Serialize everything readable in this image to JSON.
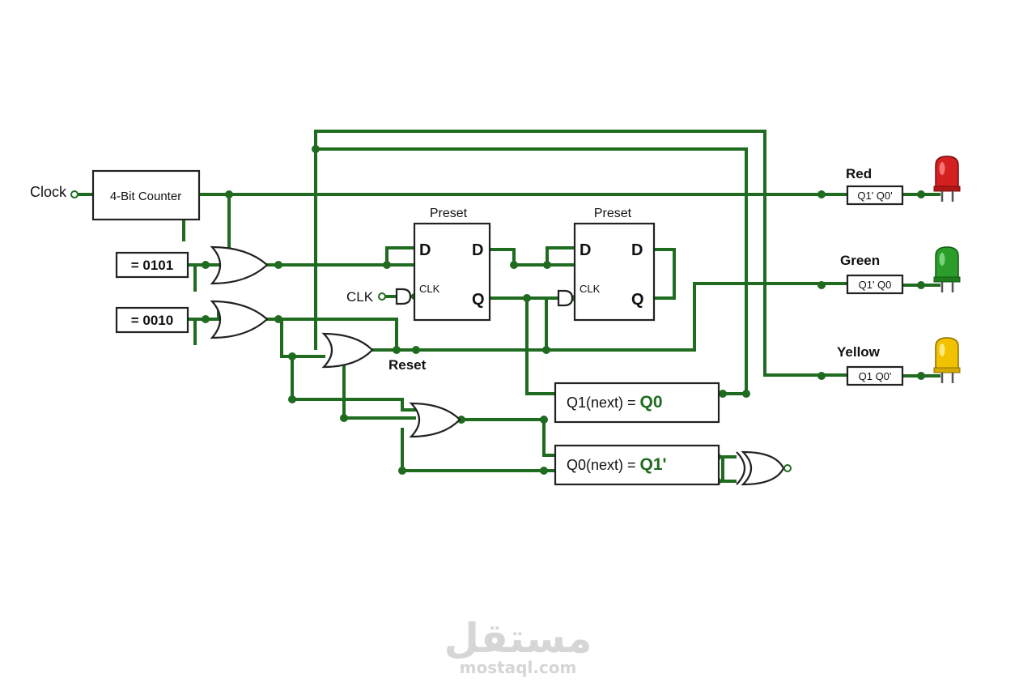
{
  "inputs": {
    "clock": "Clock",
    "clk": "CLK"
  },
  "counter": {
    "label": "4-Bit Counter"
  },
  "comparators": {
    "c1": "= 0101",
    "c2": "= 0010"
  },
  "flipflops": [
    {
      "preset": "Preset",
      "d": "D",
      "dout": "D",
      "q": "Q",
      "clk": "CLK"
    },
    {
      "preset": "Preset",
      "d": "D",
      "dout": "D",
      "q": "Q",
      "clk": "CLK"
    }
  ],
  "reset_label": "Reset",
  "equations": [
    {
      "lhs": "Q1(next) = ",
      "rhs": "Q0"
    },
    {
      "lhs": "Q0(next) = ",
      "rhs": "Q1'"
    }
  ],
  "lights": [
    {
      "name": "Red",
      "logic": "Q1' Q0'",
      "color": "#d42020"
    },
    {
      "name": "Green",
      "logic": "Q1' Q0",
      "color": "#2a9d2a"
    },
    {
      "name": "Yellow",
      "logic": "Q1  Q0'",
      "color": "#f2c200"
    }
  ],
  "colors": {
    "wire": "#1f6b1f"
  },
  "watermark": {
    "arabic": "مستقل",
    "url": "mostaql.com"
  }
}
